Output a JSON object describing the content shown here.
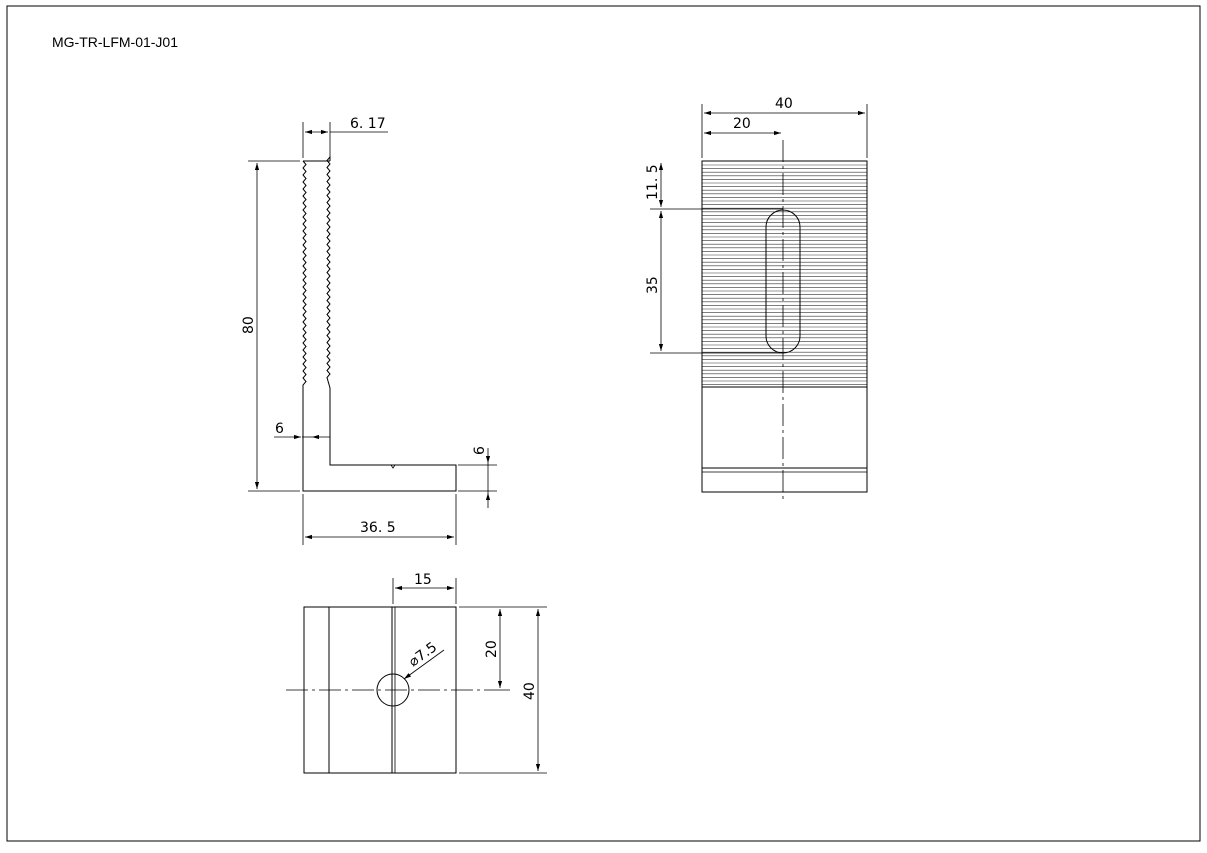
{
  "drawing": {
    "title": "MG-TR-LFM-01-J01",
    "side_view": {
      "dim_top_thickness": "6. 17",
      "dim_height": "80",
      "dim_wall": "6",
      "dim_foot_thickness": "6",
      "dim_length": "36. 5"
    },
    "front_view": {
      "dim_width": "40",
      "dim_half_width": "20",
      "dim_slot_offset": "11. 5",
      "dim_slot_length": "35"
    },
    "bottom_view": {
      "dim_hole_offset": "15",
      "dim_hole_diameter": "⌀7.5",
      "dim_half_depth": "20",
      "dim_depth": "40"
    }
  }
}
